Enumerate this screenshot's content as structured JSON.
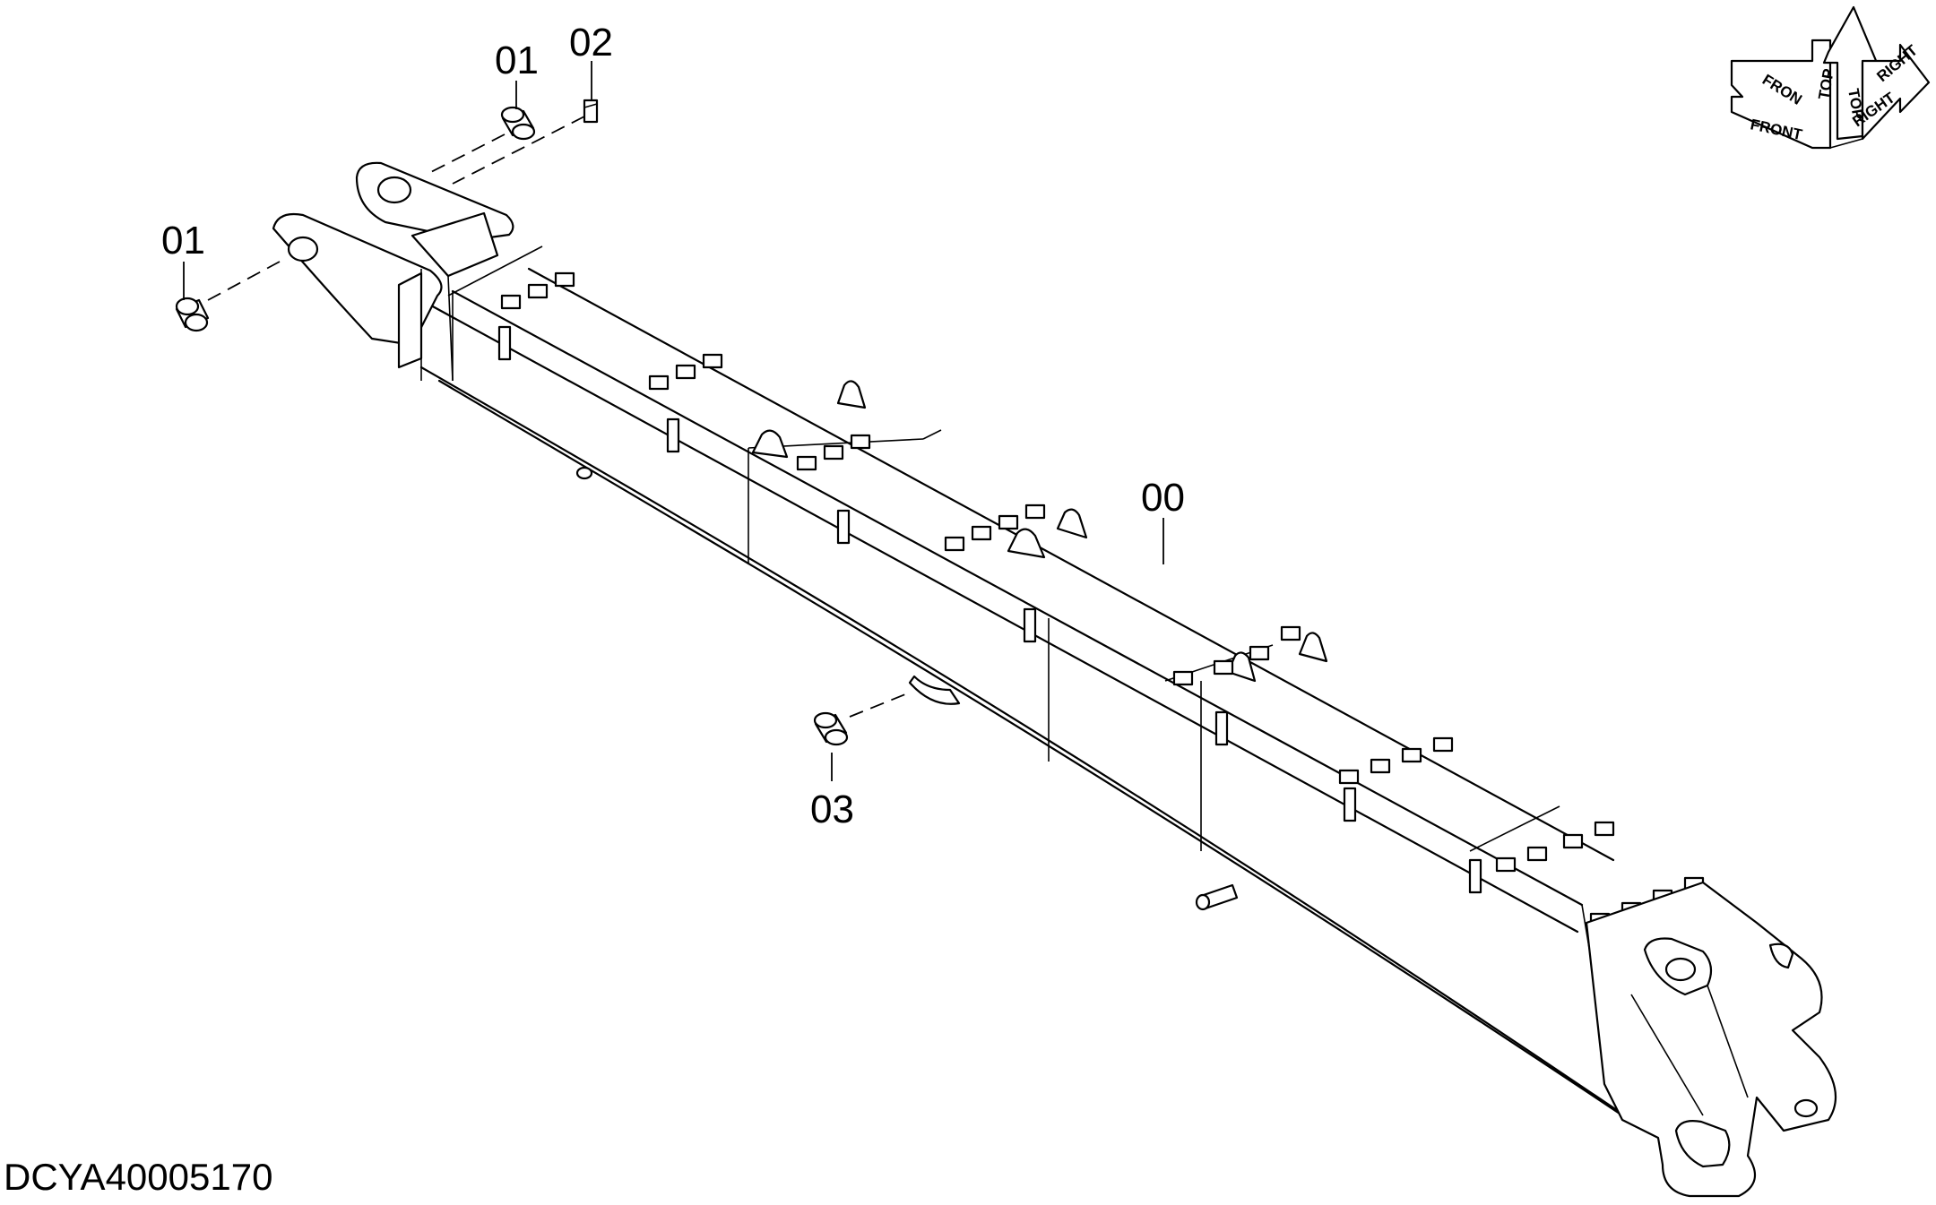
{
  "callouts": {
    "part_00": "00",
    "part_01_top": "01",
    "part_01_left": "01",
    "part_02": "02",
    "part_03": "03"
  },
  "document_id": "DCYA40005170",
  "orientation_cube": {
    "top_label": "TOP",
    "front_label": "FRONT",
    "right_label": "RIGHT",
    "front_label_cut": "FRON",
    "top_label_rot": "TOP",
    "right_label_rot": "RIGHT"
  }
}
